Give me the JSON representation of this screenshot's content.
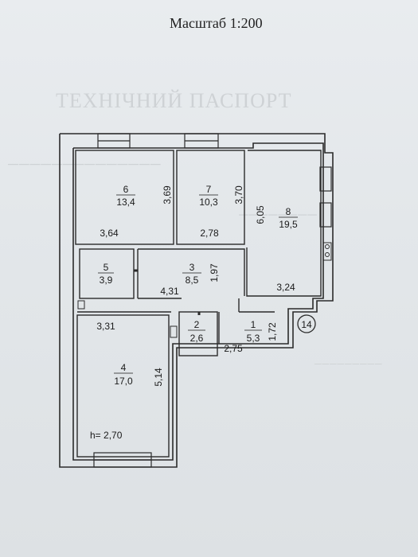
{
  "document": {
    "title": "Масштаб 1:200"
  },
  "rooms": [
    {
      "number": "6",
      "area": "13,4"
    },
    {
      "number": "7",
      "area": "10,3"
    },
    {
      "number": "8",
      "area": "19,5"
    },
    {
      "number": "5",
      "area": "3,9"
    },
    {
      "number": "3",
      "area": "8,5"
    },
    {
      "number": "2",
      "area": "2,6"
    },
    {
      "number": "1",
      "area": "5,3"
    },
    {
      "number": "4",
      "area": "17,0"
    }
  ],
  "dimensions": {
    "r6_height": "3,69",
    "r6_width": "3,64",
    "r7_height": "3,70",
    "r7_width": "2,78",
    "r8_height": "6,05",
    "r8_width": "3,24",
    "r3_height": "1,97",
    "r3_width": "4,31",
    "r4_width": "3,31",
    "r4_height": "5,14",
    "r1_height": "1,72",
    "r1_width": "2,75"
  },
  "ceiling_height": "h= 2,70",
  "apartment_number": "14"
}
